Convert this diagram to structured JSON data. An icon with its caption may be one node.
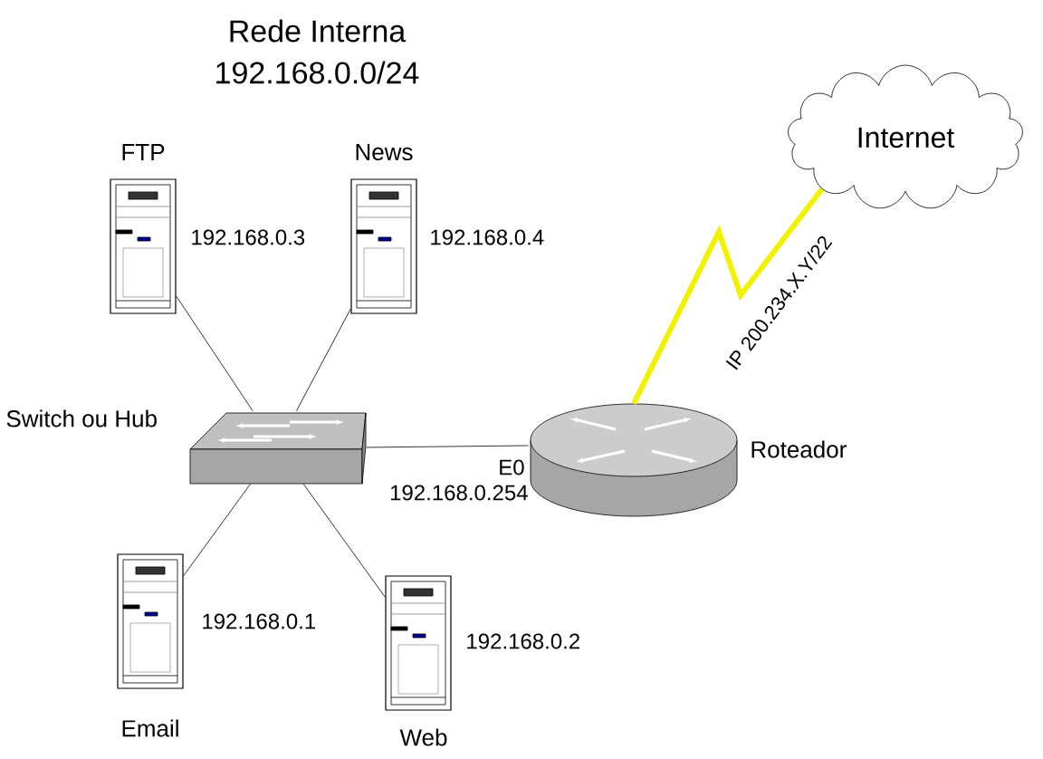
{
  "diagram": {
    "title": "Rede Interna",
    "nodes": [
      {
        "text": [
          "FTP"
        ],
        "beside": [
          "192.168.0.3"
        ]
      },
      {
        "text": [
          "News"
        ],
        "beside": [
          "192.168.0.4"
        ]
      },
      {
        "text": [
          "Switch ou Hub"
        ]
      },
      {
        "text": [
          "Roteador"
        ]
      },
      {
        "text": [
          "Internet"
        ]
      },
      {
        "text": [
          "Email"
        ],
        "beside": [
          "192.168.0.1"
        ]
      },
      {
        "text": [
          "Web"
        ],
        "beside": [
          "192.168.0.2"
        ]
      }
    ],
    "edges": [
      {
        "from": 0,
        "to": 2,
        "arrow": "none"
      },
      {
        "from": 1,
        "to": 2,
        "arrow": "none"
      },
      {
        "from": 2,
        "to": 5,
        "arrow": "none"
      },
      {
        "from": 2,
        "to": 6,
        "arrow": "none"
      },
      {
        "from": 2,
        "to": 3,
        "arrow": "none"
      },
      {
        "from": 3,
        "to": 4,
        "arrow": "none",
        "label": "IP 200.234.X.Y/22",
        "style": "thick",
        "color": "#f2f200"
      }
    ],
    "labels": [
      "192.168.0.0/24",
      "E0",
      "192.168.0.254"
    ]
  }
}
